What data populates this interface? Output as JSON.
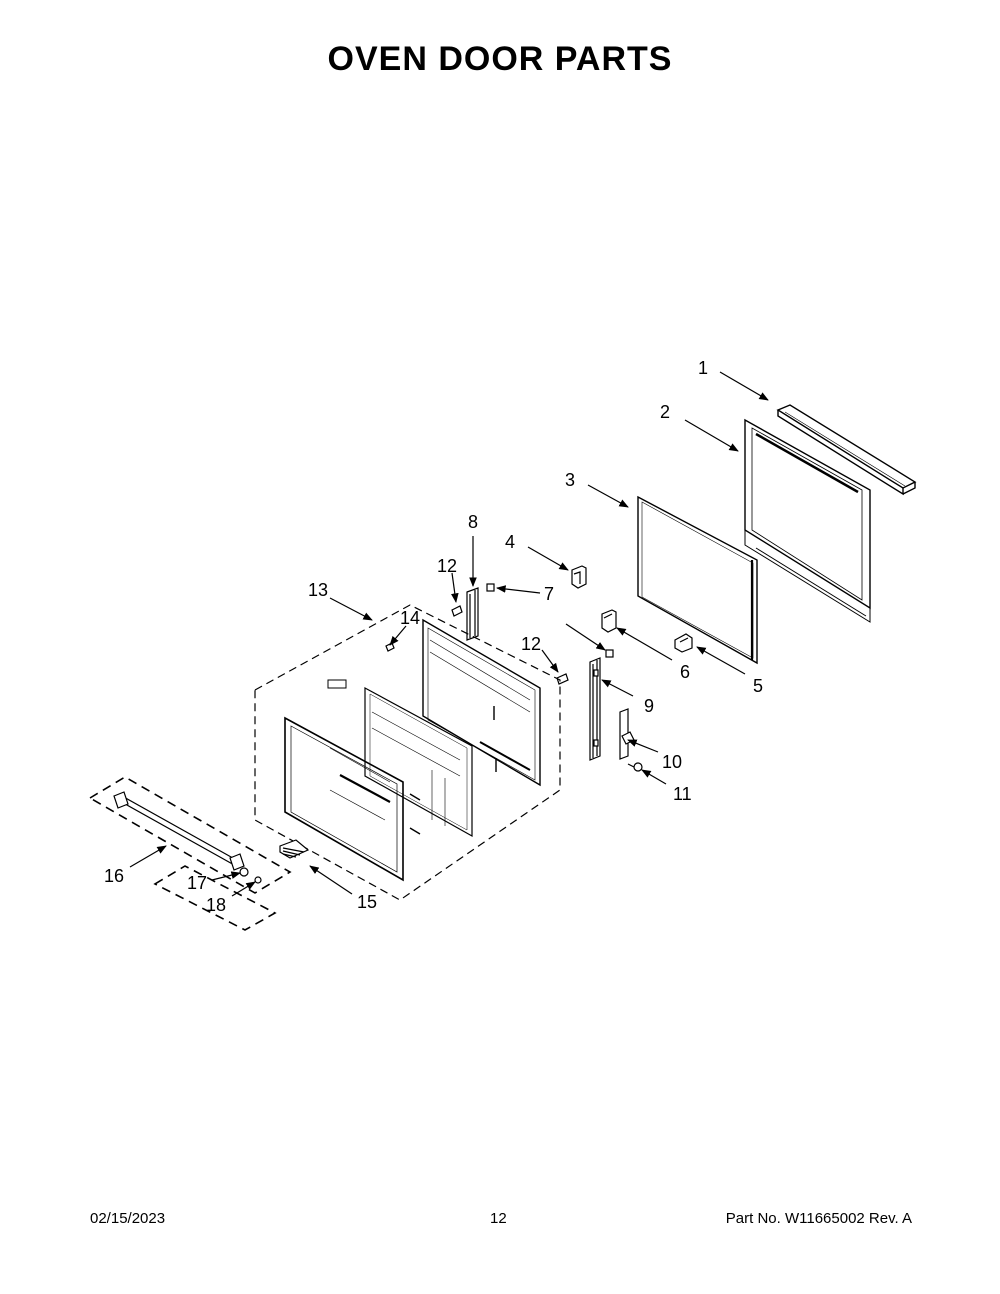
{
  "page": {
    "title": "OVEN DOOR PARTS"
  },
  "diagram": {
    "callouts": [
      "1",
      "2",
      "3",
      "4",
      "5",
      "6",
      "7",
      "8",
      "9",
      "10",
      "11",
      "12",
      "12",
      "13",
      "14",
      "15",
      "16",
      "17",
      "18"
    ]
  },
  "footer": {
    "date": "02/15/2023",
    "page_number": "12",
    "part_number": "Part No.  W11665002  Rev.  A"
  }
}
